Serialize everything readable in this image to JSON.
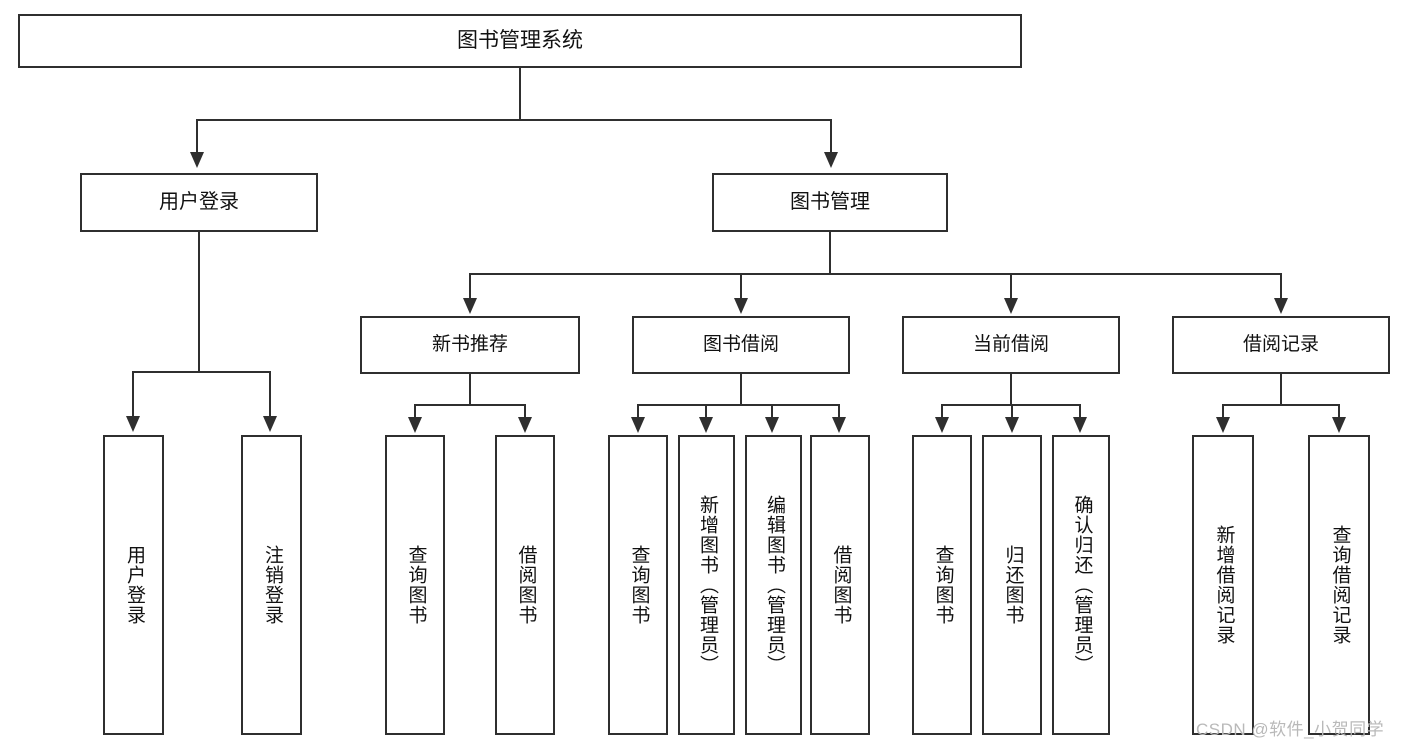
{
  "diagram": {
    "title": "图书管理系统",
    "type": "tree",
    "watermark": "CSDN @软件_小贺同学",
    "colors": {
      "stroke": "#2f2f2f",
      "fill": "#ffffff",
      "text": "#111111",
      "watermark": "#b9b9b9"
    },
    "nodes": {
      "root": {
        "label": "图书管理系统"
      },
      "level1": [
        {
          "label": "用户登录"
        },
        {
          "label": "图书管理"
        }
      ],
      "level2": [
        {
          "label": "新书推荐"
        },
        {
          "label": "图书借阅"
        },
        {
          "label": "当前借阅"
        },
        {
          "label": "借阅记录"
        }
      ],
      "leaves": {
        "user_login": [
          {
            "label": "用户登录"
          },
          {
            "label": "注销登录"
          }
        ],
        "new_book_recommend": [
          {
            "label": "查询图书"
          },
          {
            "label": "借阅图书"
          }
        ],
        "book_borrow": [
          {
            "label": "查询图书"
          },
          {
            "label": "新增图书（管理员）"
          },
          {
            "label": "编辑图书（管理员）"
          },
          {
            "label": "借阅图书"
          }
        ],
        "current_borrow": [
          {
            "label": "查询图书"
          },
          {
            "label": "归还图书"
          },
          {
            "label": "确认归还（管理员）"
          }
        ],
        "borrow_record": [
          {
            "label": "新增借阅记录"
          },
          {
            "label": "查询借阅记录"
          }
        ]
      }
    }
  },
  "chart_data": {
    "type": "table",
    "title": "图书管理系统",
    "hierarchy": [
      {
        "name": "图书管理系统",
        "children": [
          {
            "name": "用户登录",
            "children": [
              {
                "name": "用户登录"
              },
              {
                "name": "注销登录"
              }
            ]
          },
          {
            "name": "图书管理",
            "children": [
              {
                "name": "新书推荐",
                "children": [
                  {
                    "name": "查询图书"
                  },
                  {
                    "name": "借阅图书"
                  }
                ]
              },
              {
                "name": "图书借阅",
                "children": [
                  {
                    "name": "查询图书"
                  },
                  {
                    "name": "新增图书（管理员）"
                  },
                  {
                    "name": "编辑图书（管理员）"
                  },
                  {
                    "name": "借阅图书"
                  }
                ]
              },
              {
                "name": "当前借阅",
                "children": [
                  {
                    "name": "查询图书"
                  },
                  {
                    "name": "归还图书"
                  },
                  {
                    "name": "确认归还（管理员）"
                  }
                ]
              },
              {
                "name": "借阅记录",
                "children": [
                  {
                    "name": "新增借阅记录"
                  },
                  {
                    "name": "查询借阅记录"
                  }
                ]
              }
            ]
          }
        ]
      }
    ]
  }
}
